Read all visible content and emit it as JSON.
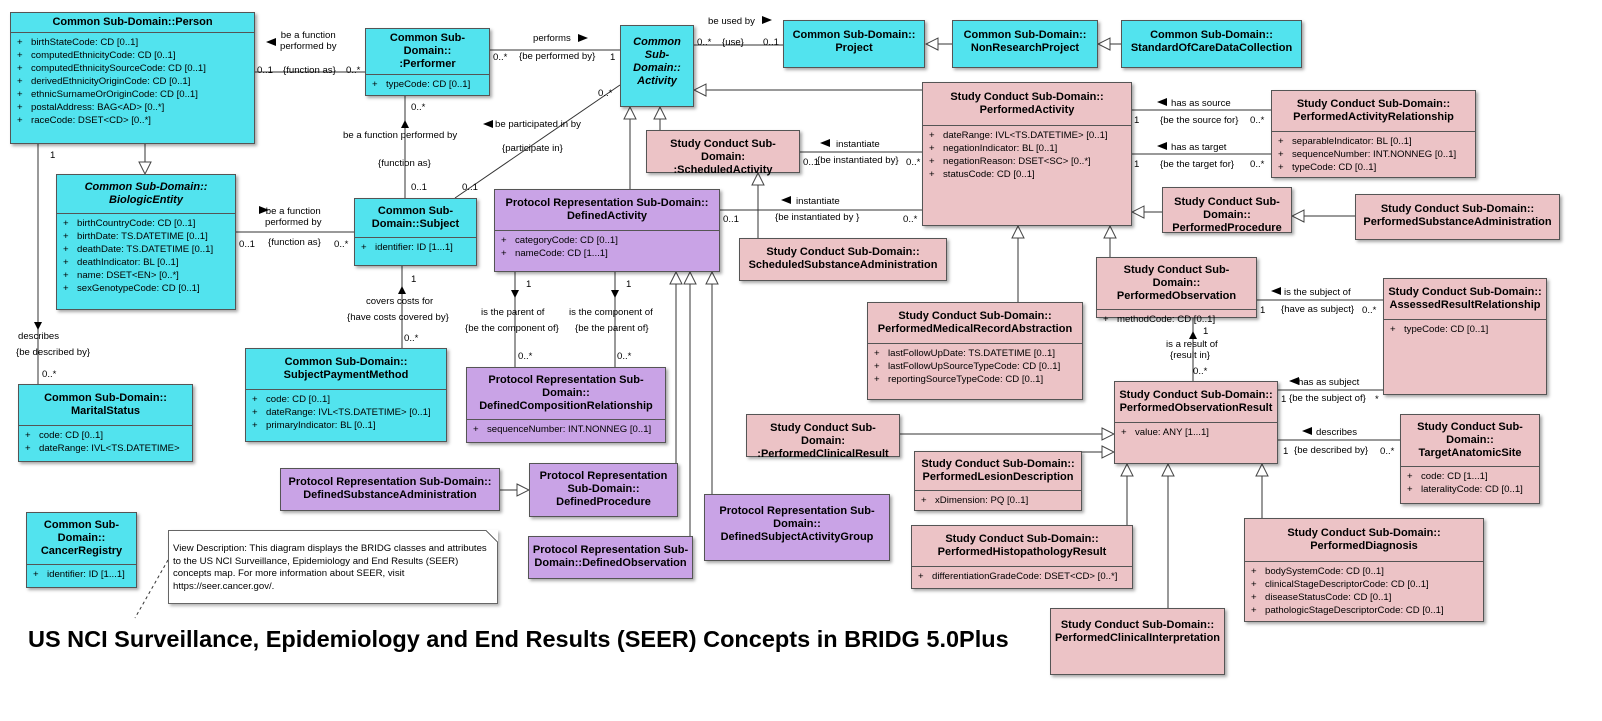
{
  "diagram": {
    "title": "US NCI Surveillance, Epidemiology and End Results (SEER) Concepts in BRIDG 5.0Plus",
    "note": "View Description:  This diagram displays the BRIDG classes and attributes to the US NCI Surveillance, Epidemiology and End Results (SEER) concepts map.  For more information about SEER, visit https://seer.cancer.gov/."
  },
  "classes": {
    "person": {
      "name": "Common Sub-Domain::Person",
      "attrs": [
        "birthStateCode: CD [0..1]",
        "computedEthnicityCode: CD [0..1]",
        "computedEthnicitySourceCode: CD [0..1]",
        "derivedEthnicityOriginCode: CD [0..1]",
        "ethnicSurnameOrOriginCode: CD [0..1]",
        "postalAddress: BAG<AD> [0..*]",
        "raceCode: DSET<CD> [0..*]"
      ]
    },
    "performer": {
      "name": "Common Sub-Domain::\n:Performer",
      "attrs": [
        "typeCode: CD [0..1]"
      ]
    },
    "activity": {
      "name": "Common\nSub-Domain::\nActivity"
    },
    "project": {
      "name": "Common Sub-Domain::\nProject"
    },
    "nonresearch": {
      "name": "Common Sub-Domain::\nNonResearchProject"
    },
    "standardofcare": {
      "name": "Common Sub-Domain::\nStandardOfCareDataCollection"
    },
    "biologicentity": {
      "name": "Common Sub-Domain::\nBiologicEntity",
      "attrs": [
        "birthCountryCode: CD [0..1]",
        "birthDate: TS.DATETIME [0..1]",
        "deathDate: TS.DATETIME [0..1]",
        "deathIndicator: BL [0..1]",
        "name: DSET<EN> [0..*]",
        "sexGenotypeCode: CD [0..1]"
      ]
    },
    "subject": {
      "name": "Common Sub-\nDomain::Subject",
      "attrs": [
        "identifier: ID [1...1]"
      ]
    },
    "definedactivity": {
      "name": "Protocol Representation Sub-Domain::\nDefinedActivity",
      "attrs": [
        "categoryCode: CD [0..1]",
        "nameCode: CD [1...1]"
      ]
    },
    "scheduledactivity": {
      "name": "Study Conduct Sub-Domain:\n:ScheduledActivity"
    },
    "performedactivity": {
      "name": "Study Conduct Sub-Domain::\nPerformedActivity",
      "attrs": [
        "dateRange: IVL<TS.DATETIME> [0..1]",
        "negationIndicator: BL [0..1]",
        "negationReason: DSET<SC> [0..*]",
        "statusCode: CD [0..1]"
      ]
    },
    "parelationship": {
      "name": "Study Conduct Sub-Domain::\nPerformedActivityRelationship",
      "attrs": [
        "separableIndicator: BL [0..1]",
        "sequenceNumber: INT.NONNEG [0..1]",
        "typeCode: CD [0..1]"
      ]
    },
    "maritalstatus": {
      "name": "Common Sub-Domain::\nMaritalStatus",
      "attrs": [
        "code: CD [0..1]",
        "dateRange: IVL<TS.DATETIME>"
      ]
    },
    "subjectpayment": {
      "name": "Common Sub-Domain::\nSubjectPaymentMethod",
      "attrs": [
        "code: CD [0..1]",
        "dateRange: IVL<TS.DATETIME> [0..1]",
        "primaryIndicator: BL [0..1]"
      ]
    },
    "scheduledsubstance": {
      "name": "Study Conduct Sub-Domain::\nScheduledSubstanceAdministration"
    },
    "performedprocedure": {
      "name": "Study Conduct Sub-Domain::\nPerformedProcedure"
    },
    "performedsubstance": {
      "name": "Study Conduct Sub-Domain::\nPerformedSubstanceAdministration"
    },
    "performedobservation": {
      "name": "Study Conduct Sub-Domain::\nPerformedObservation",
      "attrs": [
        "methodCode: CD [0..1]"
      ]
    },
    "assessedresultrel": {
      "name": "Study Conduct Sub-Domain::\nAssessedResultRelationship",
      "attrs": [
        "typeCode: CD [0..1]"
      ]
    },
    "medicalrecordabstraction": {
      "name": "Study Conduct Sub-Domain::\nPerformedMedicalRecordAbstraction",
      "attrs": [
        "lastFollowUpDate: TS.DATETIME [0..1]",
        "lastFollowUpSourceTypeCode: CD [0..1]",
        "reportingSourceTypeCode: CD [0..1]"
      ]
    },
    "definedcomposition": {
      "name": "Protocol Representation Sub-\nDomain::\nDefinedCompositionRelationship",
      "attrs": [
        "sequenceNumber: INT.NONNEG [0..1]"
      ]
    },
    "performedclinicalresult": {
      "name": "Study Conduct Sub-Domain:\n:PerformedClinicalResult"
    },
    "observationresult": {
      "name": "Study Conduct Sub-Domain::\nPerformedObservationResult",
      "attrs": [
        "value: ANY [1...1]"
      ]
    },
    "targetanatomicsite": {
      "name": "Study Conduct Sub-\nDomain::\nTargetAnatomicSite",
      "attrs": [
        "code: CD [1...1]",
        "lateralityCode: CD [0..1]"
      ]
    },
    "lesiondescription": {
      "name": "Study Conduct Sub-Domain::\nPerformedLesionDescription",
      "attrs": [
        "xDimension: PQ [0..1]"
      ]
    },
    "definedsubstance": {
      "name": "Protocol Representation Sub-Domain::\nDefinedSubstanceAdministration"
    },
    "definedprocedure": {
      "name": "Protocol Representation\nSub-Domain::\nDefinedProcedure"
    },
    "definedsubjectactivitygroup": {
      "name": "Protocol Representation Sub-\nDomain::\nDefinedSubjectActivityGroup"
    },
    "definedobservation": {
      "name": "Protocol Representation Sub-\nDomain::DefinedObservation"
    },
    "cancerregistry": {
      "name": "Common Sub-\nDomain::\nCancerRegistry",
      "attrs": [
        "identifier: ID [1...1]"
      ]
    },
    "histopathology": {
      "name": "Study Conduct Sub-Domain::\nPerformedHistopathologyResult",
      "attrs": [
        "differentiationGradeCode: DSET<CD> [0..*]"
      ]
    },
    "diagnosis": {
      "name": "Study Conduct Sub-Domain::\nPerformedDiagnosis",
      "attrs": [
        "bodySystemCode: CD [0..1]",
        "clinicalStageDescriptorCode: CD [0..1]",
        "diseaseStatusCode: CD [0..1]",
        "pathologicStageDescriptorCode: CD [0..1]"
      ]
    },
    "clinicalinterpretation": {
      "name": "Study Conduct Sub-Domain::\nPerformedClinicalInterpretation"
    }
  },
  "labels": {
    "person_performer_role": "be a function\nperformed by",
    "person_mult": "0..1",
    "person_performer_role2": "{function as}",
    "performer_person_mult": "0..*",
    "performs": "performs",
    "be_performed_by": "{be performed by}",
    "performer_activity_mult": "0..*",
    "activity_performer_mult": "1",
    "be_used_by": "be used by",
    "use": "{use}",
    "activity_project_mult1": "0..*",
    "activity_project_mult2": "0..1",
    "performer_subject_mult": "0..*",
    "performer_subject_role": "be a function performed by",
    "performer_subject_role2": "{function as}",
    "subject_performer_mult": "0..1",
    "be_participated_in_by": "be participated in by",
    "participate_in": "{participate in}",
    "subject_activity_mult1": "0..1",
    "activity_subject_mult": "0..*",
    "person_marital_mult": "1",
    "be_function_performed_by_bio": "be a function\nperformed by",
    "function_as_bio": "{function as}",
    "bio_mult": "0..1",
    "subject_bio_mult": "0..*",
    "instantiate1": "instantiate",
    "instantiated_by1": "{be instantiated by}",
    "sched_mult": "0..1",
    "perf_mult1": "0..*",
    "instantiate2": "instantiate",
    "instantiated_by2": "{be instantiated by }",
    "def_mult": "0..1",
    "perf_mult2": "0..*",
    "has_as_source": "has as source",
    "be_source_for": "{be the source for}",
    "source_mult1": "1",
    "source_mult2": "0..*",
    "has_as_target": "has as target",
    "be_target_for": "{be the target for}",
    "target_mult1": "1",
    "target_mult2": "0..*",
    "describes": "describes",
    "be_described_by": "{be described by}",
    "marital_mult": "0..*",
    "covers_costs": "covers costs for",
    "have_costs": "{have costs covered by}",
    "subject_payment_mult1": "1",
    "subject_payment_mult2": "0..*",
    "is_parent": "is the parent of",
    "be_component": "{be the component of}",
    "parent_mult1": "1",
    "parent_mult2": "0..*",
    "is_component": "is the component of",
    "be_parent": "{be the parent of}",
    "component_mult1": "1",
    "component_mult2": "0..*",
    "is_subject_of": "is the subject of",
    "have_as_subject": "{have as subject}",
    "subj_mult1": "1",
    "subj_mult2": "0..*",
    "is_result_of": "is a result of",
    "result_in": "{result in}",
    "result_mult1": "1",
    "result_mult2": "0..*",
    "has_as_subject": "has as subject",
    "be_subject_of": "{be the subject of}",
    "hsub_mult1": "1",
    "hsub_mult2": "*",
    "describes2": "describes",
    "be_described_by2": "{be described by}",
    "desc_mult1": "1",
    "desc_mult2": "0..*"
  }
}
